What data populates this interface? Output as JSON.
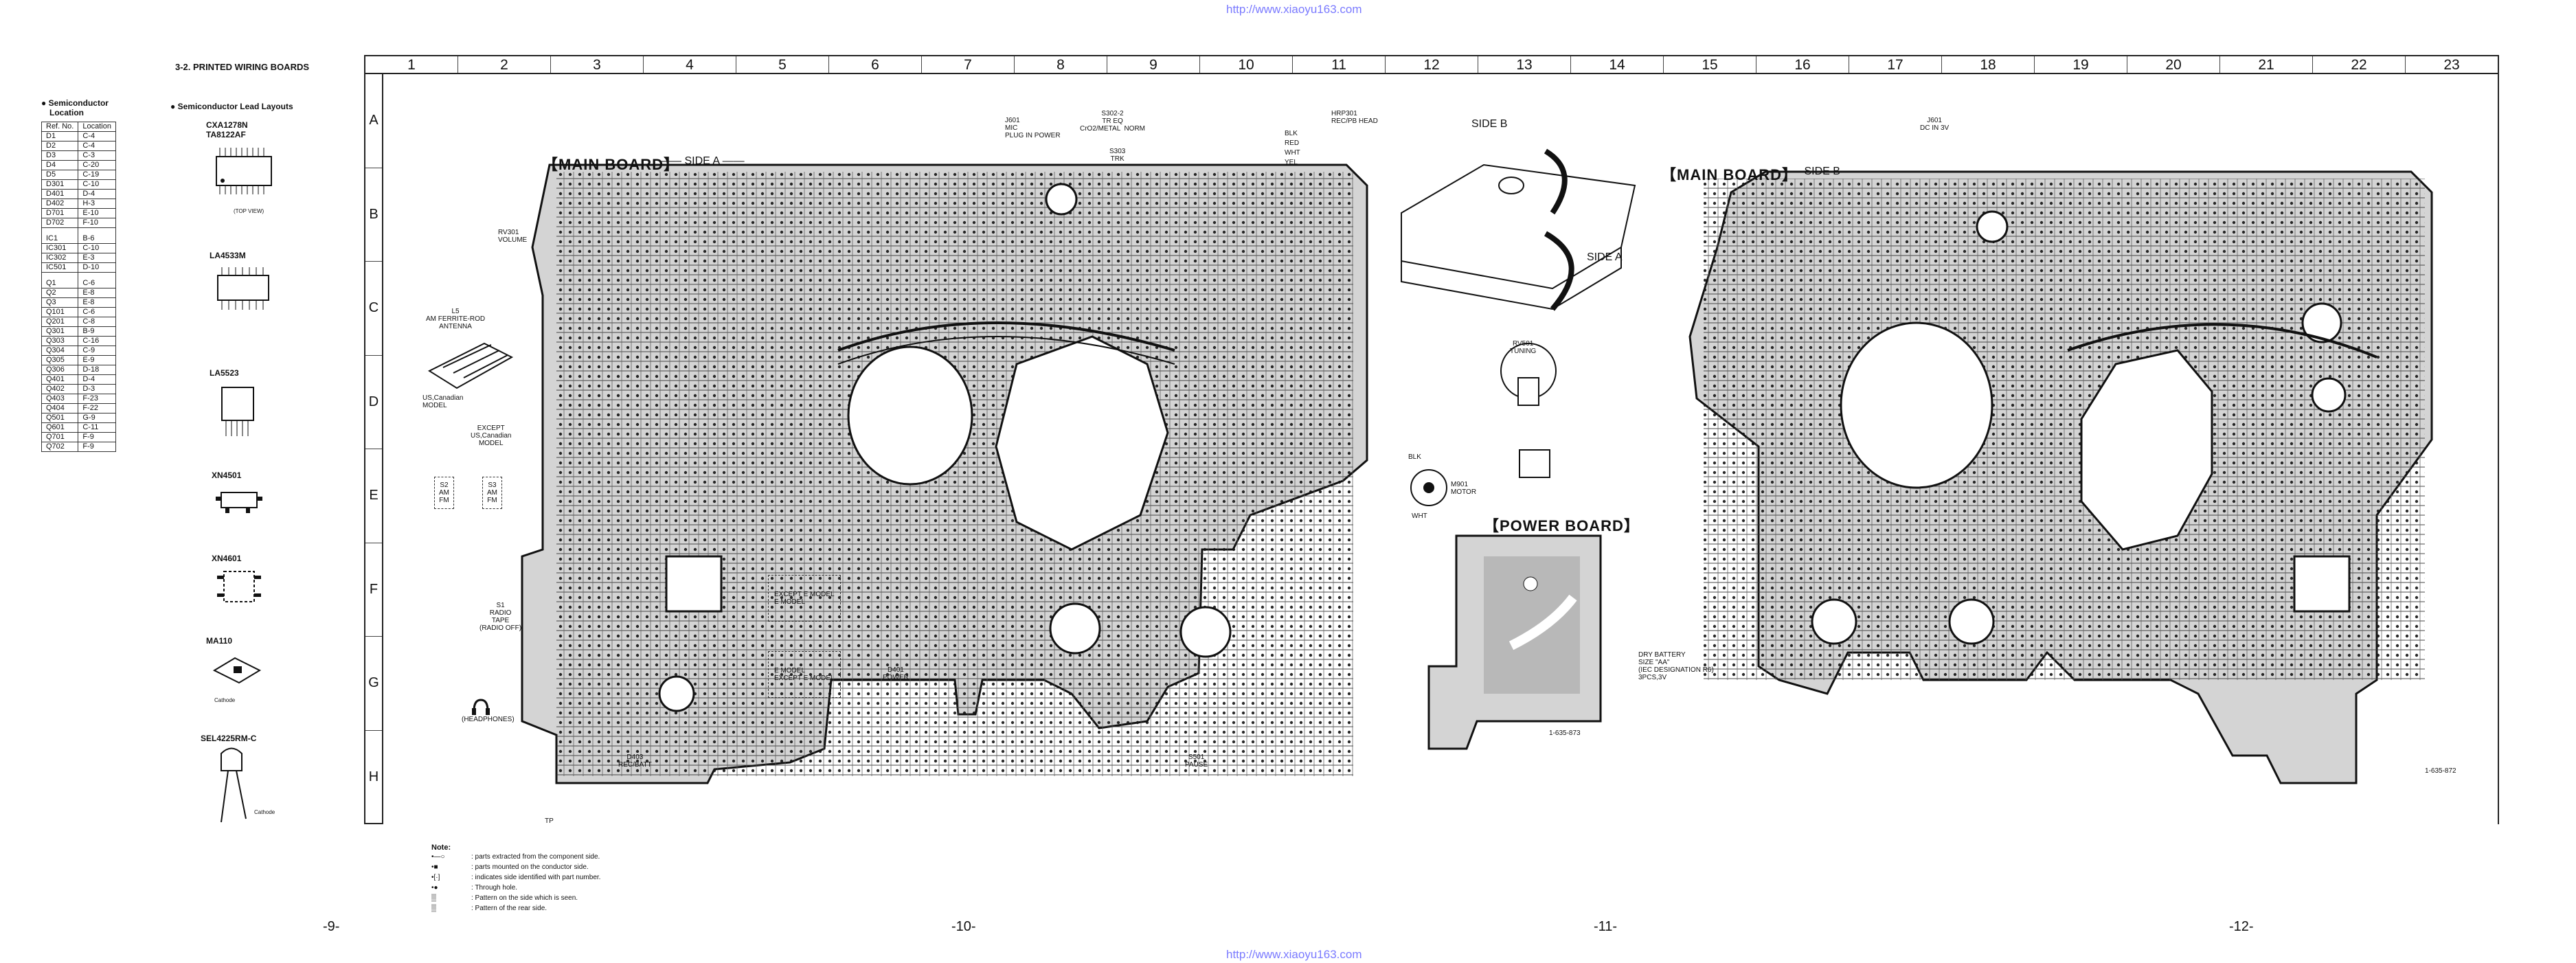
{
  "watermark_top": "http://www.xiaoyu163.com",
  "watermark_bottom": "http://www.xiaoyu163.com",
  "section_title": "3-2.  PRINTED WIRING BOARDS",
  "semiconductor_location": {
    "title_line1": "Semiconductor",
    "title_line2": "Location",
    "col_ref": "Ref. No.",
    "col_loc": "Location",
    "groups": [
      [
        [
          "D1",
          "C-4"
        ],
        [
          "D2",
          "C-4"
        ],
        [
          "D3",
          "C-3"
        ],
        [
          "D4",
          "C-20"
        ],
        [
          "D5",
          "C-19"
        ],
        [
          "D301",
          "C-10"
        ],
        [
          "D401",
          "D-4"
        ],
        [
          "D402",
          "H-3"
        ],
        [
          "D701",
          "E-10"
        ],
        [
          "D702",
          "F-10"
        ]
      ],
      [
        [
          "IC1",
          "B-6"
        ],
        [
          "IC301",
          "C-10"
        ],
        [
          "IC302",
          "E-3"
        ],
        [
          "IC501",
          "D-10"
        ]
      ],
      [
        [
          "Q1",
          "C-6"
        ],
        [
          "Q2",
          "E-8"
        ],
        [
          "Q3",
          "E-8"
        ],
        [
          "Q101",
          "C-6"
        ],
        [
          "Q201",
          "C-8"
        ],
        [
          "Q301",
          "B-9"
        ],
        [
          "Q303",
          "C-16"
        ],
        [
          "Q304",
          "C-9"
        ],
        [
          "Q305",
          "E-9"
        ],
        [
          "Q306",
          "D-18"
        ],
        [
          "Q401",
          "D-4"
        ],
        [
          "Q402",
          "D-3"
        ],
        [
          "Q403",
          "F-23"
        ],
        [
          "Q404",
          "F-22"
        ],
        [
          "Q501",
          "G-9"
        ],
        [
          "Q601",
          "C-11"
        ],
        [
          "Q701",
          "F-9"
        ],
        [
          "Q702",
          "F-9"
        ]
      ]
    ]
  },
  "lead_layouts": {
    "title": "Semiconductor Lead Layouts",
    "items": [
      {
        "name_line1": "CXA1278N",
        "name_line2": "TA8122AF",
        "caption": "(TOP VIEW)"
      },
      {
        "name_line1": "LA4533M",
        "name_line2": "",
        "caption": ""
      },
      {
        "name_line1": "LA5523",
        "name_line2": "",
        "caption": ""
      },
      {
        "name_line1": "XN4501",
        "name_line2": "",
        "caption": ""
      },
      {
        "name_line1": "XN4601",
        "name_line2": "",
        "caption": ""
      },
      {
        "name_line1": "MA110",
        "name_line2": "",
        "caption": "Cathode"
      },
      {
        "name_line1": "SEL4225RM-C",
        "name_line2": "",
        "caption": "Cathode"
      }
    ]
  },
  "grid": {
    "columns": [
      "1",
      "2",
      "3",
      "4",
      "5",
      "6",
      "7",
      "8",
      "9",
      "10",
      "11",
      "12",
      "13",
      "14",
      "15",
      "16",
      "17",
      "18",
      "19",
      "20",
      "21",
      "22",
      "23"
    ],
    "rows": [
      "A",
      "B",
      "C",
      "D",
      "E",
      "F",
      "G",
      "H"
    ]
  },
  "boards": {
    "main_a_label": "【MAIN BOARD】",
    "main_a_side": "—— SIDE A ——",
    "main_b_label": "【MAIN BOARD】",
    "main_b_side": "—— SIDE B ——",
    "power_label": "【POWER BOARD】",
    "side_b": "SIDE B",
    "side_a": "SIDE A"
  },
  "callouts": {
    "rv301": "RV301\nVOLUME",
    "antenna": "L5\nAM FERRITE-ROD\nANTENNA",
    "us_model": "US,Canadian\nMODEL",
    "except_us": "EXCEPT\nUS,Canadian\nMODEL",
    "s2": "S2\nAM\nFM",
    "s3": "S3\nAM\nFM",
    "s1": "S1\nRADIO\nTAPE\n(RADIO OFF)",
    "headphones": "(HEADPHONES)",
    "d403": "D403\nREC/BATT",
    "except_e_1": "EXCEPT E MODEL",
    "e_model_1": "E MODEL",
    "e_model_2": "E MODEL",
    "except_e_2": "EXCEPT E MODEL",
    "d401": "D401\nPOWER",
    "s501": "S501\nPAUSE",
    "j601": "J601\nMIC\nPLUG IN POWER",
    "s302": "S302-2\nTR EQ\nCrO2/METAL  NORM",
    "s303": "S303\nTRK",
    "hrp": "HRP301\nREC/PB HEAD",
    "wires": "BLK\nRED\nWHT\nYEL",
    "tuning": "RV501\nTUNING",
    "motor_blk": "BLK",
    "motor": "M901\nMOTOR",
    "wht": "WHT",
    "battery": "DRY BATTERY\nSIZE \"AA\"\n(IEC DESIGNATION R6)\n3PCS,3V",
    "power_ref": "1-635-873",
    "main_ref": "1-635-872",
    "jack": "J601\nDC IN 3V",
    "tp": "TP"
  },
  "notes": {
    "title": "Note:",
    "lines": [
      ": parts extracted from the component side.",
      ": parts mounted on the conductor side.",
      ": indicates side identified with part number.",
      ": Through hole.",
      ": Pattern on the side which is seen.",
      ": Pattern of the rear side."
    ]
  },
  "page_numbers": [
    "-9-",
    "-10-",
    "-11-",
    "-12-"
  ]
}
